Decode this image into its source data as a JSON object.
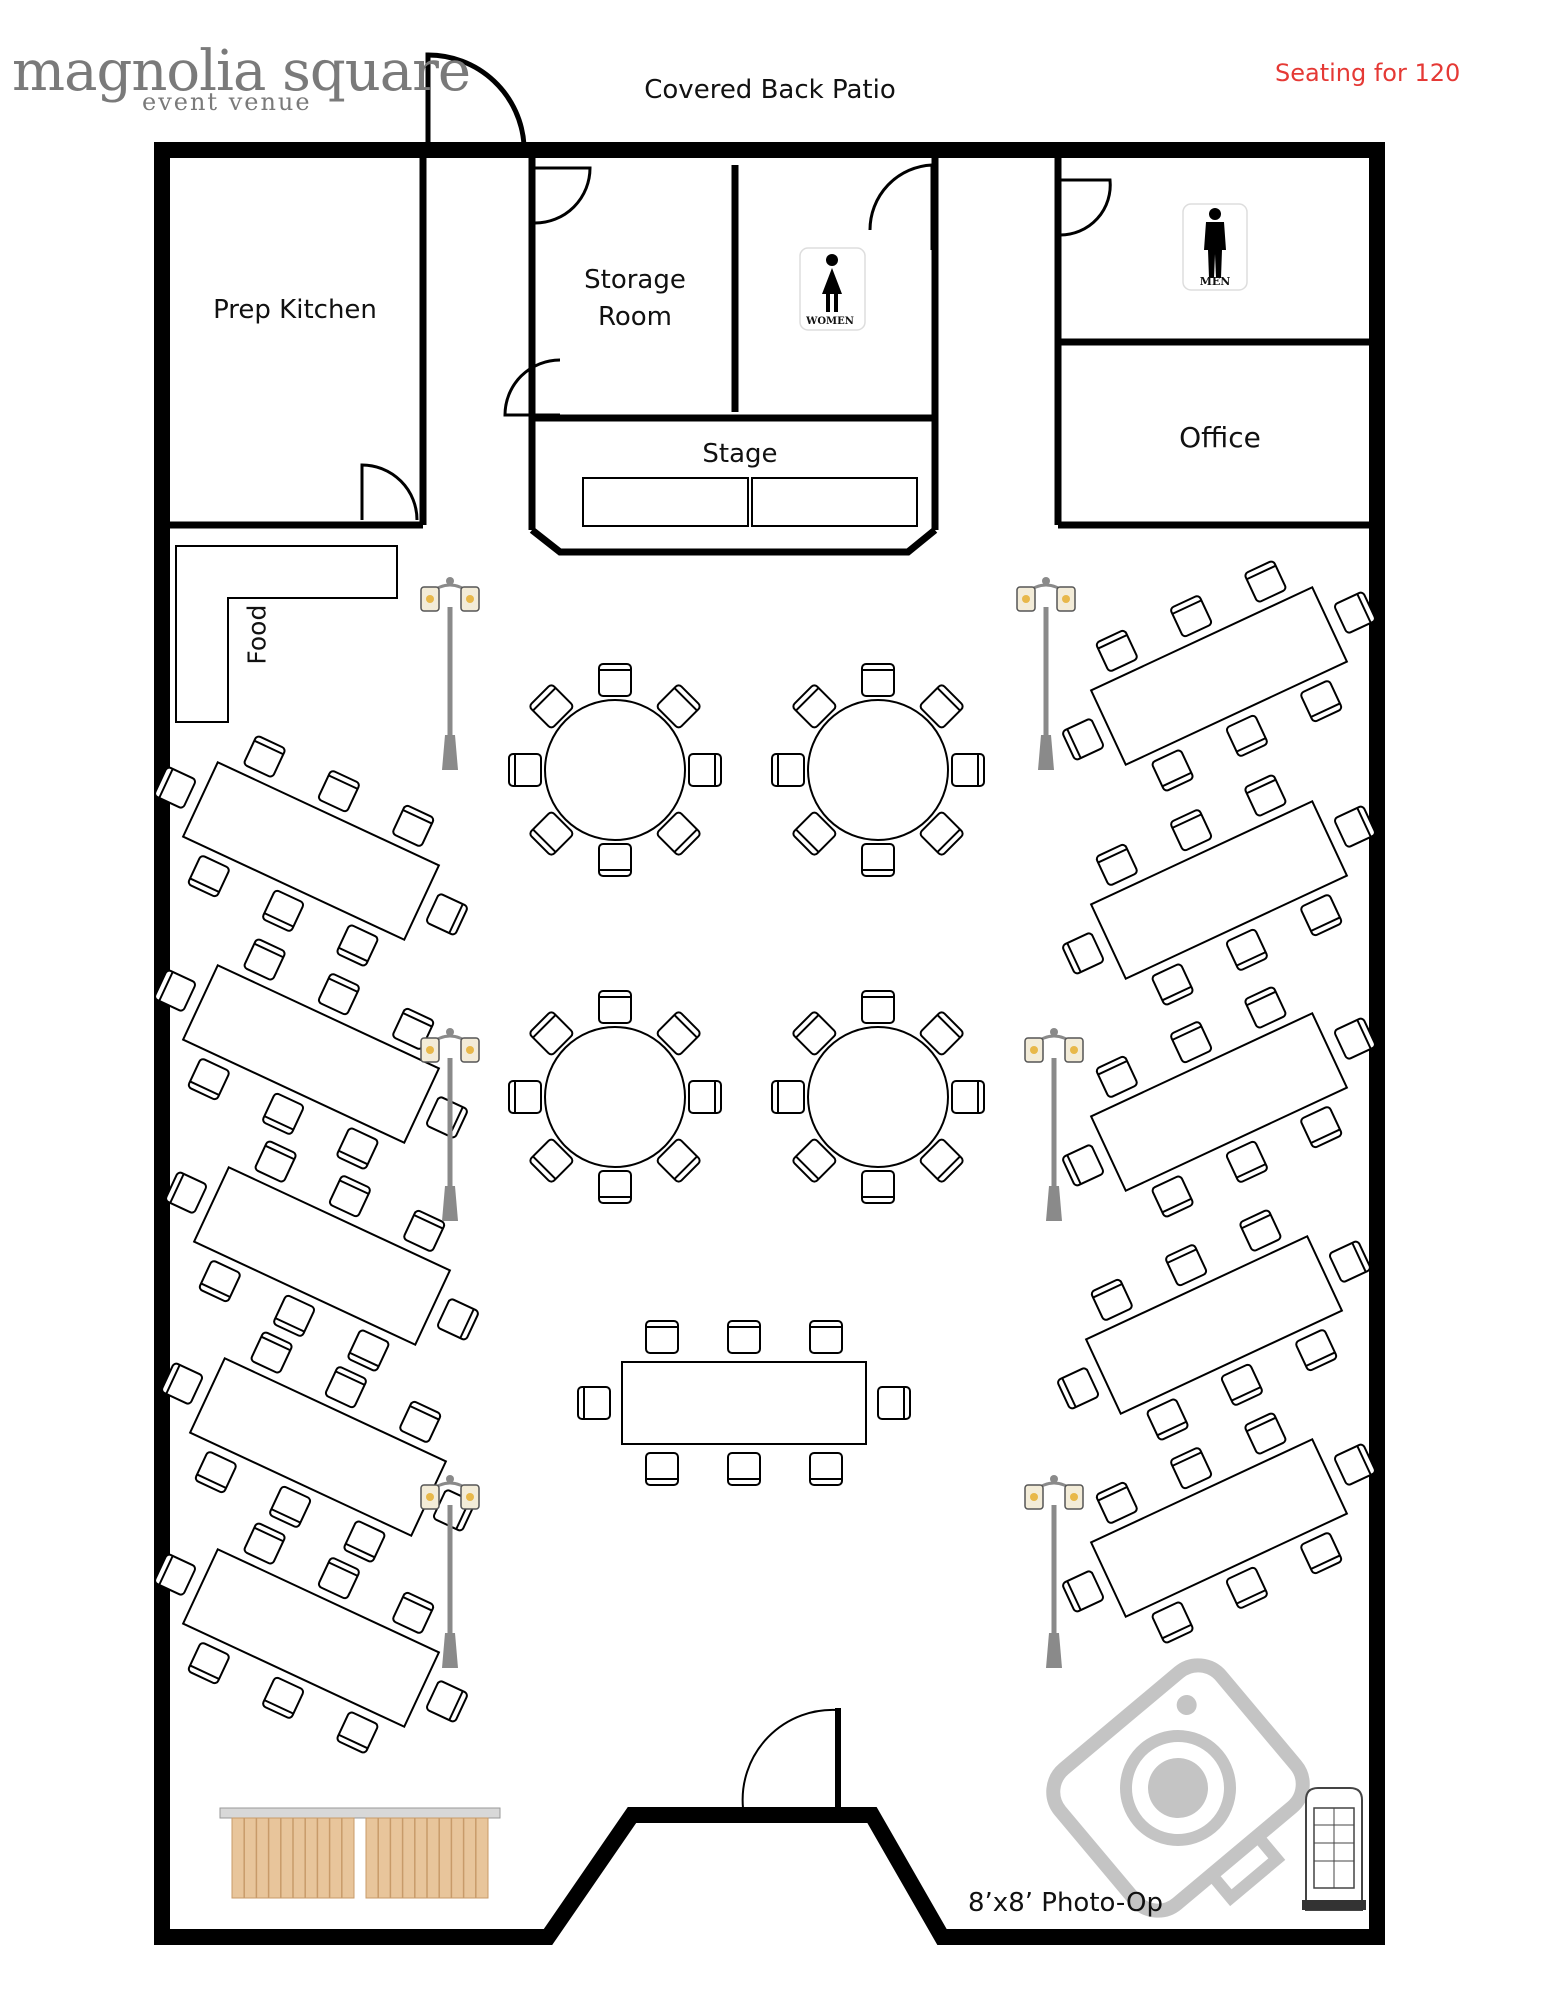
{
  "brand": {
    "name": "magnolia square",
    "tagline": "event venue"
  },
  "header": {
    "patio": "Covered Back Patio",
    "capacity": "Seating for 120",
    "capacity_color": "#e53935"
  },
  "rooms": {
    "prep_kitchen": "Prep Kitchen",
    "storage_room": "Storage Room",
    "stage": "Stage",
    "office": "Office",
    "women_sign": "WOMEN",
    "men_sign": "MEN",
    "food": "Food",
    "photo_op": "8’x8’ Photo-Op"
  },
  "icons": [
    "women-restroom-icon",
    "men-restroom-icon",
    "street-lamp-icon",
    "photo-booth-icon",
    "camera-backdrop-icon",
    "dessert-table-icon"
  ]
}
